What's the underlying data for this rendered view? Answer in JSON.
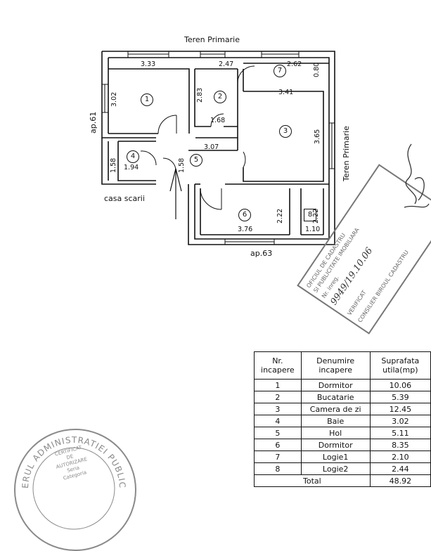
{
  "plan": {
    "label_top": "Teren Primarie",
    "label_right": "Teren Primarie",
    "label_left": "ap.61",
    "label_bottom": "ap.63",
    "label_stairs": "casa scarii",
    "room_numbers": [
      "1",
      "2",
      "3",
      "4",
      "5",
      "6",
      "7",
      "8"
    ],
    "dims": {
      "r1_w": "3.33",
      "r1_h": "3.02",
      "r2_w": "2.47",
      "r2_h": "2.83",
      "r2_b": "1.68",
      "r7_w": "2.62",
      "r7_h": "0.80",
      "r3_w": "3.41",
      "r3_h": "3.65",
      "r4_w": "1.94",
      "r4_h": "1.58",
      "r5_w": "3.07",
      "r5_h": "1.58",
      "r6_w": "3.76",
      "r6_h": "2.22",
      "r8_w": "1.10",
      "r8_h": "2.22"
    }
  },
  "stamp": {
    "lines": [
      "OFICIUL DE CADASTRU",
      "SI PUBLICITATE IMOBILIARA",
      "Nr. inreg.",
      "VERIFICAT",
      "CONSILIER BIROUL CADASTRU"
    ],
    "handwritten": "9949/19.10.06"
  },
  "seal": {
    "ring_text": "ERUL ADMINISTRATIEI PUBLICE",
    "center_lines": [
      "CERTIFICAT",
      "DE",
      "AUTORIZARE",
      "Seria",
      "Categoria"
    ]
  },
  "table": {
    "headers": [
      "Nr. incapere",
      "Denumire incapere",
      "Suprafata utila(mp)"
    ],
    "rows": [
      {
        "nr": "1",
        "name": "Dormitor",
        "area": "10.06"
      },
      {
        "nr": "2",
        "name": "Bucatarie",
        "area": "5.39"
      },
      {
        "nr": "3",
        "name": "Camera de zi",
        "area": "12.45"
      },
      {
        "nr": "4",
        "name": "Baie",
        "area": "3.02"
      },
      {
        "nr": "5",
        "name": "Hol",
        "area": "5.11"
      },
      {
        "nr": "6",
        "name": "Dormitor",
        "area": "8.35"
      },
      {
        "nr": "7",
        "name": "Logie1",
        "area": "2.10"
      },
      {
        "nr": "8",
        "name": "Logie2",
        "area": "2.44"
      }
    ],
    "total_label": "Total",
    "total_value": "48.92"
  }
}
